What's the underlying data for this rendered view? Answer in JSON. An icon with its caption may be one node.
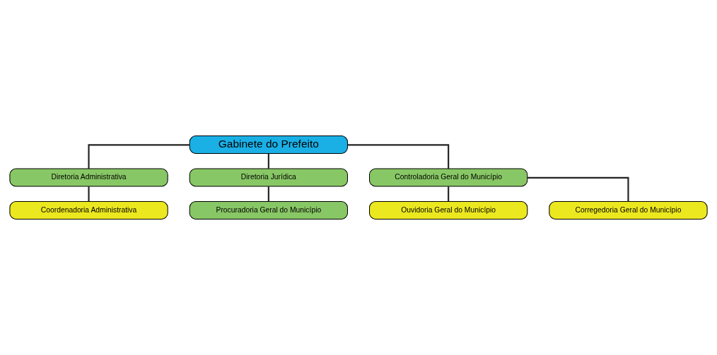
{
  "diagram": {
    "nodes": [
      {
        "text": [
          "Gabinete do Prefeito"
        ]
      },
      {
        "text": [
          "Diretoria Administrativa"
        ]
      },
      {
        "text": [
          "Coordenadoria Administrativa"
        ]
      },
      {
        "text": [
          "Diretoria Jurídica"
        ]
      },
      {
        "text": [
          "Procuradoria Geral do Município"
        ]
      },
      {
        "text": [
          "Controladoria Geral do Município"
        ]
      },
      {
        "text": [
          "Ouvidoria Geral do Município"
        ]
      },
      {
        "text": [
          "Corregedoria Geral do Município"
        ]
      }
    ],
    "edges": [
      {
        "from": 0,
        "to": 1,
        "arrow": "none"
      },
      {
        "from": 1,
        "to": 2,
        "arrow": "none"
      },
      {
        "from": 0,
        "to": 3,
        "arrow": "none"
      },
      {
        "from": 3,
        "to": 4,
        "arrow": "none"
      },
      {
        "from": 0,
        "to": 5,
        "arrow": "none"
      },
      {
        "from": 5,
        "to": 6,
        "arrow": "none"
      },
      {
        "from": 5,
        "to": 7,
        "arrow": "none"
      }
    ]
  }
}
